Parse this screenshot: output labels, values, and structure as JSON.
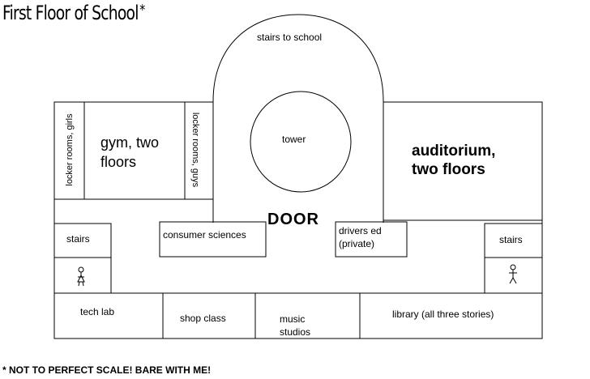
{
  "title": "First Floor of School",
  "title_mark": "*",
  "footnote": "* NOT TO PERFECT SCALE! BARE WITH ME!",
  "door": "DOOR",
  "rooms": {
    "stairs_to_school": "stairs to school",
    "tower": "tower",
    "locker_girls": "locker rooms, girls",
    "gym_line1": "gym, two",
    "gym_line2": "floors",
    "locker_guys": "locker rooms, guys",
    "auditorium_line1": "auditorium,",
    "auditorium_line2": "two floors",
    "stairs_left": "stairs",
    "stairs_right": "stairs",
    "consumer_sciences": "consumer sciences",
    "drivers_line1": "drivers ed",
    "drivers_line2": "(private)",
    "tech_lab": "tech lab",
    "shop_class": "shop class",
    "music_line1": "music",
    "music_line2": "studios",
    "library": "library (all three stories)"
  },
  "icons": {
    "girls_restroom": "female-restroom-icon",
    "boys_restroom": "male-restroom-icon"
  },
  "colors": {
    "line": "#000000",
    "background": "#ffffff"
  }
}
